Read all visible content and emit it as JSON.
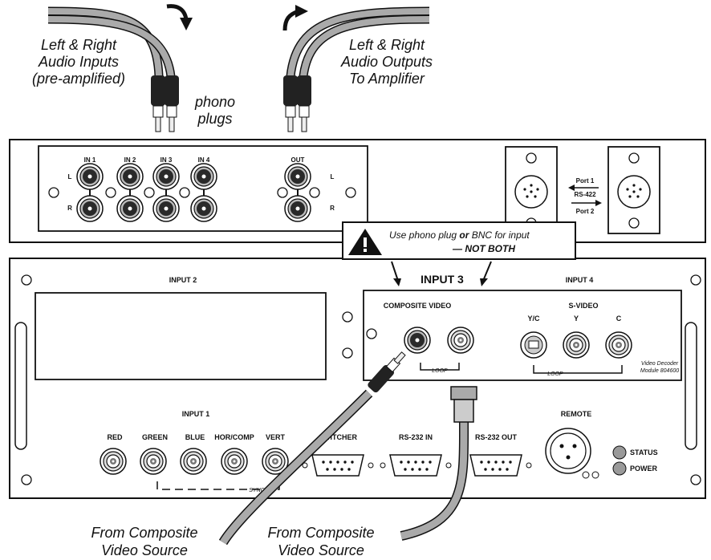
{
  "callouts": {
    "audio_inputs": [
      "Left & Right",
      "Audio Inputs",
      "(pre-amplified)"
    ],
    "phono_plugs": [
      "phono",
      "plugs"
    ],
    "audio_outputs": [
      "Left & Right",
      "Audio Outputs",
      "To Amplifier"
    ],
    "composite_source_1": [
      "From Composite",
      "Video Source"
    ],
    "composite_source_2": [
      "From Composite",
      "Video Source"
    ]
  },
  "audio_panel": {
    "inputs": [
      "IN 1",
      "IN 2",
      "IN 3",
      "IN 4"
    ],
    "output": "OUT",
    "left": "L",
    "right": "R",
    "left_out": "L",
    "right_out": "R"
  },
  "rs422": {
    "port1": "Port 1",
    "standard": "RS-422",
    "port2": "Port 2"
  },
  "warning": {
    "line1_a": "Use phono plug ",
    "line1_b": "or",
    "line1_c": " BNC for input",
    "line2": "— NOT BOTH"
  },
  "main_panel": {
    "input2": "INPUT 2",
    "input3": "INPUT 3",
    "input4": "INPUT 4",
    "composite_video": "COMPOSITE VIDEO",
    "svideo": "S-VIDEO",
    "yc": "Y/C",
    "y": "Y",
    "c": "C",
    "loop1": "LOOP",
    "loop2": "LOOP",
    "module_line1": "Video Decoder",
    "module_line2": "Module 804600",
    "input1": "INPUT 1",
    "red": "RED",
    "green": "GREEN",
    "blue": "BLUE",
    "horcomp": "HOR/COMP",
    "vert": "VERT",
    "sync": "SYNC",
    "switcher": "SWITCHER",
    "rs232in": "RS-232 IN",
    "rs232out": "RS-232 OUT",
    "remote": "REMOTE",
    "status": "STATUS",
    "power": "POWER"
  }
}
